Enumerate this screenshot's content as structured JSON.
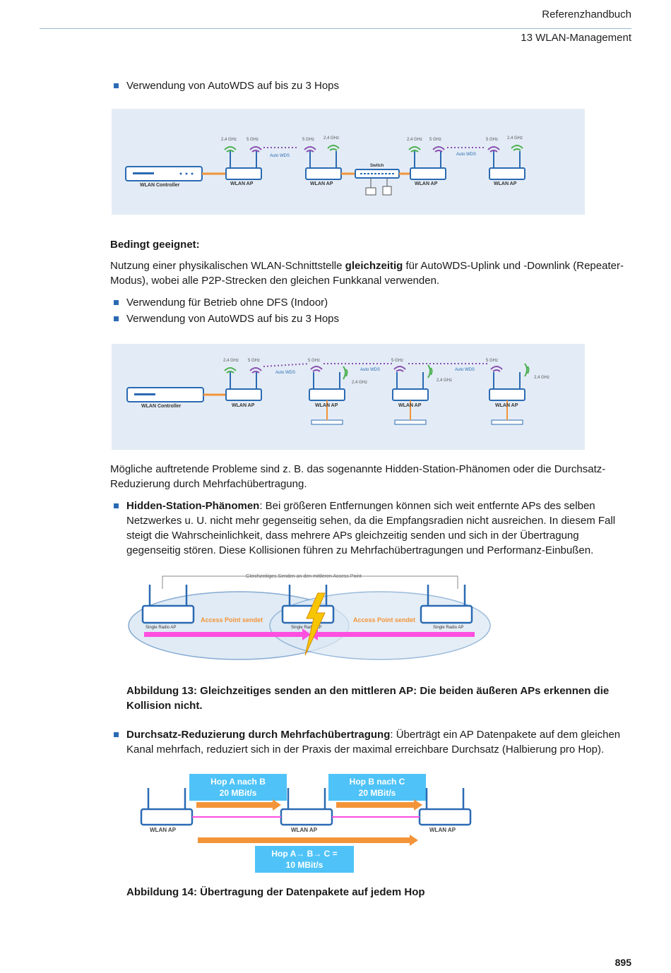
{
  "header": {
    "title": "Referenzhandbuch",
    "chapter": "13 WLAN-Management"
  },
  "bullet1": "Verwendung von AutoWDS auf bis zu 3 Hops",
  "fig1": {
    "controller": "WLAN Controller",
    "ap": "WLAN AP",
    "switch": "Switch",
    "autowds": "Auto WDS",
    "ghz24": "2,4 GHz",
    "ghz5": "5 GHz"
  },
  "section2": {
    "heading": "Bedingt geeignet:",
    "para_pre": "Nutzung einer physikalischen WLAN-Schnittstelle ",
    "para_bold": "gleichzeitig",
    "para_post": " für AutoWDS-Uplink und -Downlink (Repeater-Modus), wobei alle P2P-Strecken den gleichen Funkkanal verwenden.",
    "bullets": [
      "Verwendung für Betrieb ohne DFS (Indoor)",
      "Verwendung von AutoWDS auf bis zu 3 Hops"
    ]
  },
  "para3": "Mögliche auftretende Probleme sind z. B. das sogenannte Hidden-Station-Phänomen oder die Durchsatz-Reduzierung durch Mehrfachübertragung.",
  "bullet_hidden": {
    "bold": "Hidden-Station-Phänomen",
    "text": ": Bei größeren Entfernungen können sich weit entfernte APs des selben Netzwerkes u. U. nicht mehr gegenseitig sehen, da die Empfangsradien nicht ausreichen. In diesem Fall steigt die Wahrscheinlichkeit, dass mehrere APs gleichzeitig senden und sich in der Übertragung gegenseitig stören. Diese Kollisionen führen zu Mehrfachübertragungen und Performanz-Einbußen."
  },
  "fig3": {
    "top_label": "Gleichzeitiges Senden an den mittleren Access Point",
    "ap_label": "Single Radio AP",
    "sends": "Access Point sendet"
  },
  "caption13": "Abbildung 13: Gleichzeitiges senden an den mittleren AP: Die beiden äußeren APs erkennen die Kollision nicht.",
  "bullet_throughput": {
    "bold": "Durchsatz-Reduzierung durch Mehrfachübertragung",
    "text": ": Überträgt ein AP Datenpakete auf dem gleichen Kanal mehrfach, reduziert sich in der Praxis der maximal erreichbare Durchsatz (Halbierung pro Hop)."
  },
  "fig4": {
    "box_ab_1": "Hop A nach B",
    "box_ab_2": "20 MBit/s",
    "box_bc_1": "Hop B nach C",
    "box_bc_2": "20 MBit/s",
    "box_total_1": "Hop A→ B→ C =",
    "box_total_2": "10 MBit/s",
    "ap": "WLAN AP"
  },
  "caption14": "Abbildung 14: Übertragung der Datenpakete auf jedem Hop",
  "page_number": "895",
  "colors": {
    "accent": "#2a6ab3",
    "fig_bg": "#e3ecf6",
    "orange": "#f39439",
    "magenta": "#ff4fe0",
    "green": "#4caf50",
    "purple": "#8a4fb0"
  }
}
